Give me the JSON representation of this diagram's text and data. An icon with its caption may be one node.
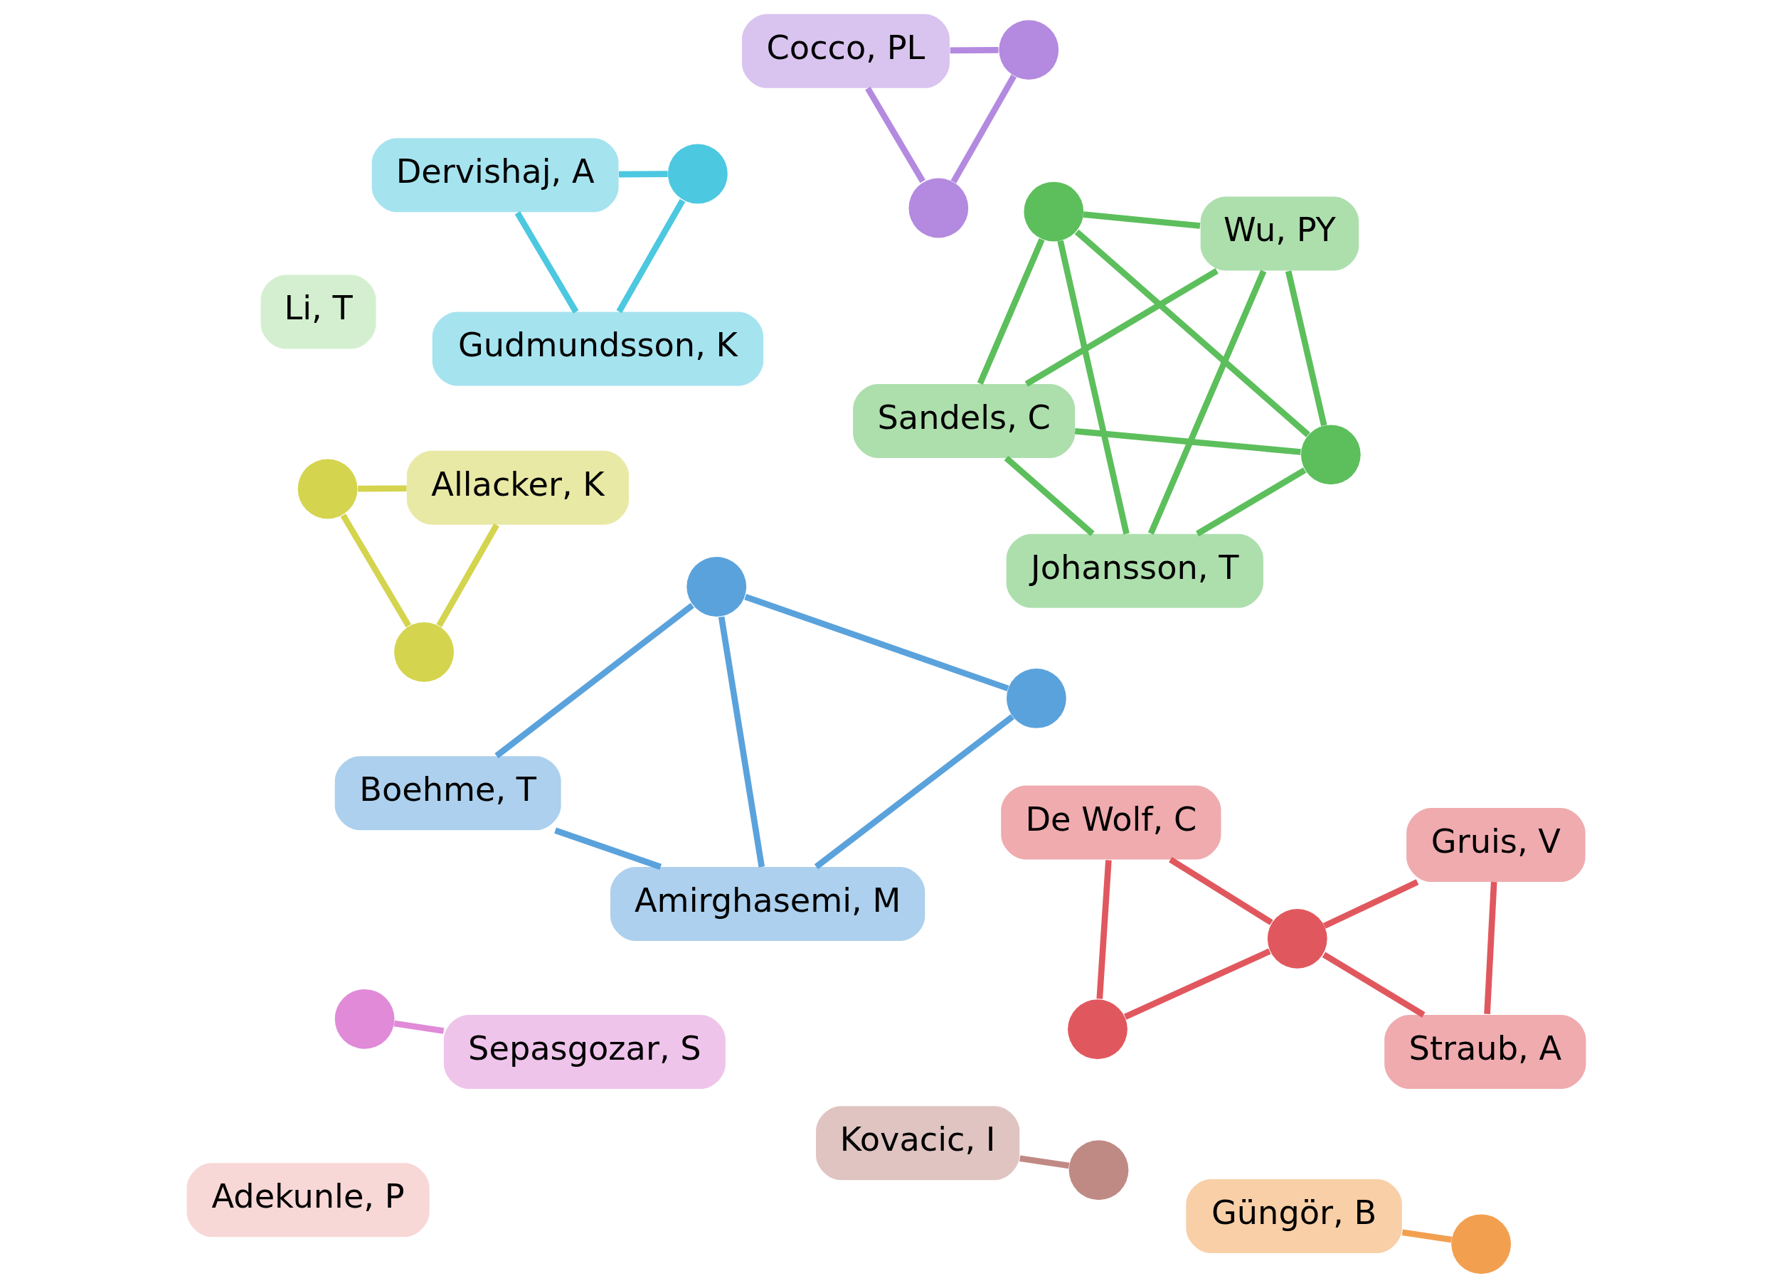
{
  "diagram": {
    "nodes": [
      {
        "text": [
          "Li, T"
        ]
      },
      {
        "text": [
          "Sandels, C"
        ]
      },
      {
        "text": [],
        "shape": "circle"
      },
      {
        "text": [
          "Johansson, T"
        ]
      },
      {
        "text": [],
        "shape": "circle"
      },
      {
        "text": [
          "Wu, PY"
        ]
      },
      {
        "text": [],
        "shape": "circle"
      },
      {
        "text": [
          "Straub, A"
        ]
      },
      {
        "text": [],
        "shape": "circle"
      },
      {
        "text": [
          "De Wolf, C"
        ]
      },
      {
        "text": [
          "Gruis, V"
        ]
      },
      {
        "text": [
          "Kovacic, I"
        ]
      },
      {
        "text": [],
        "shape": "circle"
      },
      {
        "text": [],
        "shape": "circle"
      },
      {
        "text": [
          "Sepasgozar, S"
        ]
      },
      {
        "text": [
          "Adekunle, P"
        ]
      },
      {
        "text": [],
        "shape": "circle"
      },
      {
        "text": [
          "Allacker, K"
        ]
      },
      {
        "text": [],
        "shape": "circle"
      },
      {
        "text": [
          "Boehme, T"
        ]
      },
      {
        "text": [],
        "shape": "circle"
      },
      {
        "text": [
          "Amirghasemi, M"
        ]
      },
      {
        "text": [],
        "shape": "circle"
      },
      {
        "text": [
          "Dervishaj, A"
        ]
      },
      {
        "text": [],
        "shape": "circle"
      },
      {
        "text": [
          "Gudmundsson, K"
        ]
      },
      {
        "text": [
          "Cocco, PL"
        ]
      },
      {
        "text": [],
        "shape": "circle"
      },
      {
        "text": [],
        "shape": "circle"
      },
      {
        "text": [
          "Güngör, B"
        ]
      },
      {
        "text": [],
        "shape": "circle"
      }
    ],
    "edges": [
      {
        "from": 1,
        "to": 3,
        "arrow": "none"
      },
      {
        "from": 1,
        "to": 2,
        "arrow": "none"
      },
      {
        "from": 1,
        "to": 5,
        "arrow": "none"
      },
      {
        "from": 1,
        "to": 4,
        "arrow": "none"
      },
      {
        "from": 3,
        "to": 2,
        "arrow": "none"
      },
      {
        "from": 3,
        "to": 5,
        "arrow": "none"
      },
      {
        "from": 3,
        "to": 4,
        "arrow": "none"
      },
      {
        "from": 2,
        "to": 4,
        "arrow": "none"
      },
      {
        "from": 5,
        "to": 4,
        "arrow": "none"
      },
      {
        "from": 5,
        "to": 2,
        "arrow": "none"
      },
      {
        "from": 7,
        "to": 8,
        "arrow": "none",
        "color": "#e0585e"
      },
      {
        "from": 7,
        "to": 10,
        "arrow": "none",
        "color": "#e0585e"
      },
      {
        "from": 10,
        "to": 8,
        "arrow": "none",
        "color": "#e0585e"
      },
      {
        "from": 8,
        "to": 6,
        "arrow": "none",
        "color": "#e0585e"
      },
      {
        "from": 8,
        "to": 9,
        "arrow": "none",
        "color": "#e0585e"
      },
      {
        "from": 6,
        "to": 9,
        "arrow": "none",
        "color": "#e0585e"
      },
      {
        "from": 11,
        "to": 12,
        "arrow": "none",
        "color": "#c08a84"
      },
      {
        "from": 13,
        "to": 14,
        "arrow": "none",
        "color": "#e08ad8"
      },
      {
        "from": 17,
        "to": 16,
        "arrow": "none",
        "color": "#d4d44e"
      },
      {
        "from": 17,
        "to": 18,
        "arrow": "none",
        "color": "#d4d44e"
      },
      {
        "from": 16,
        "to": 18,
        "arrow": "none",
        "color": "#d4d44e"
      },
      {
        "from": 19,
        "to": 21,
        "arrow": "none",
        "color": "#5aa2dc"
      },
      {
        "from": 19,
        "to": 22,
        "arrow": "none",
        "color": "#5aa2dc"
      },
      {
        "from": 20,
        "to": 21,
        "arrow": "none",
        "color": "#5aa2dc"
      },
      {
        "from": 20,
        "to": 22,
        "arrow": "none",
        "color": "#5aa2dc"
      },
      {
        "from": 21,
        "to": 22,
        "arrow": "none",
        "color": "#5aa2dc"
      },
      {
        "from": 23,
        "to": 24,
        "arrow": "none",
        "color": "#4cc8e0"
      },
      {
        "from": 23,
        "to": 25,
        "arrow": "none",
        "color": "#4cc8e0"
      },
      {
        "from": 24,
        "to": 25,
        "arrow": "none",
        "color": "#4cc8e0"
      },
      {
        "from": 26,
        "to": 27,
        "arrow": "none",
        "color": "#b48ae0"
      },
      {
        "from": 26,
        "to": 28,
        "arrow": "none",
        "color": "#b48ae0"
      },
      {
        "from": 27,
        "to": 28,
        "arrow": "none",
        "color": "#b48ae0"
      },
      {
        "from": 29,
        "to": 30,
        "arrow": "none",
        "color": "#f2a050"
      }
    ]
  }
}
